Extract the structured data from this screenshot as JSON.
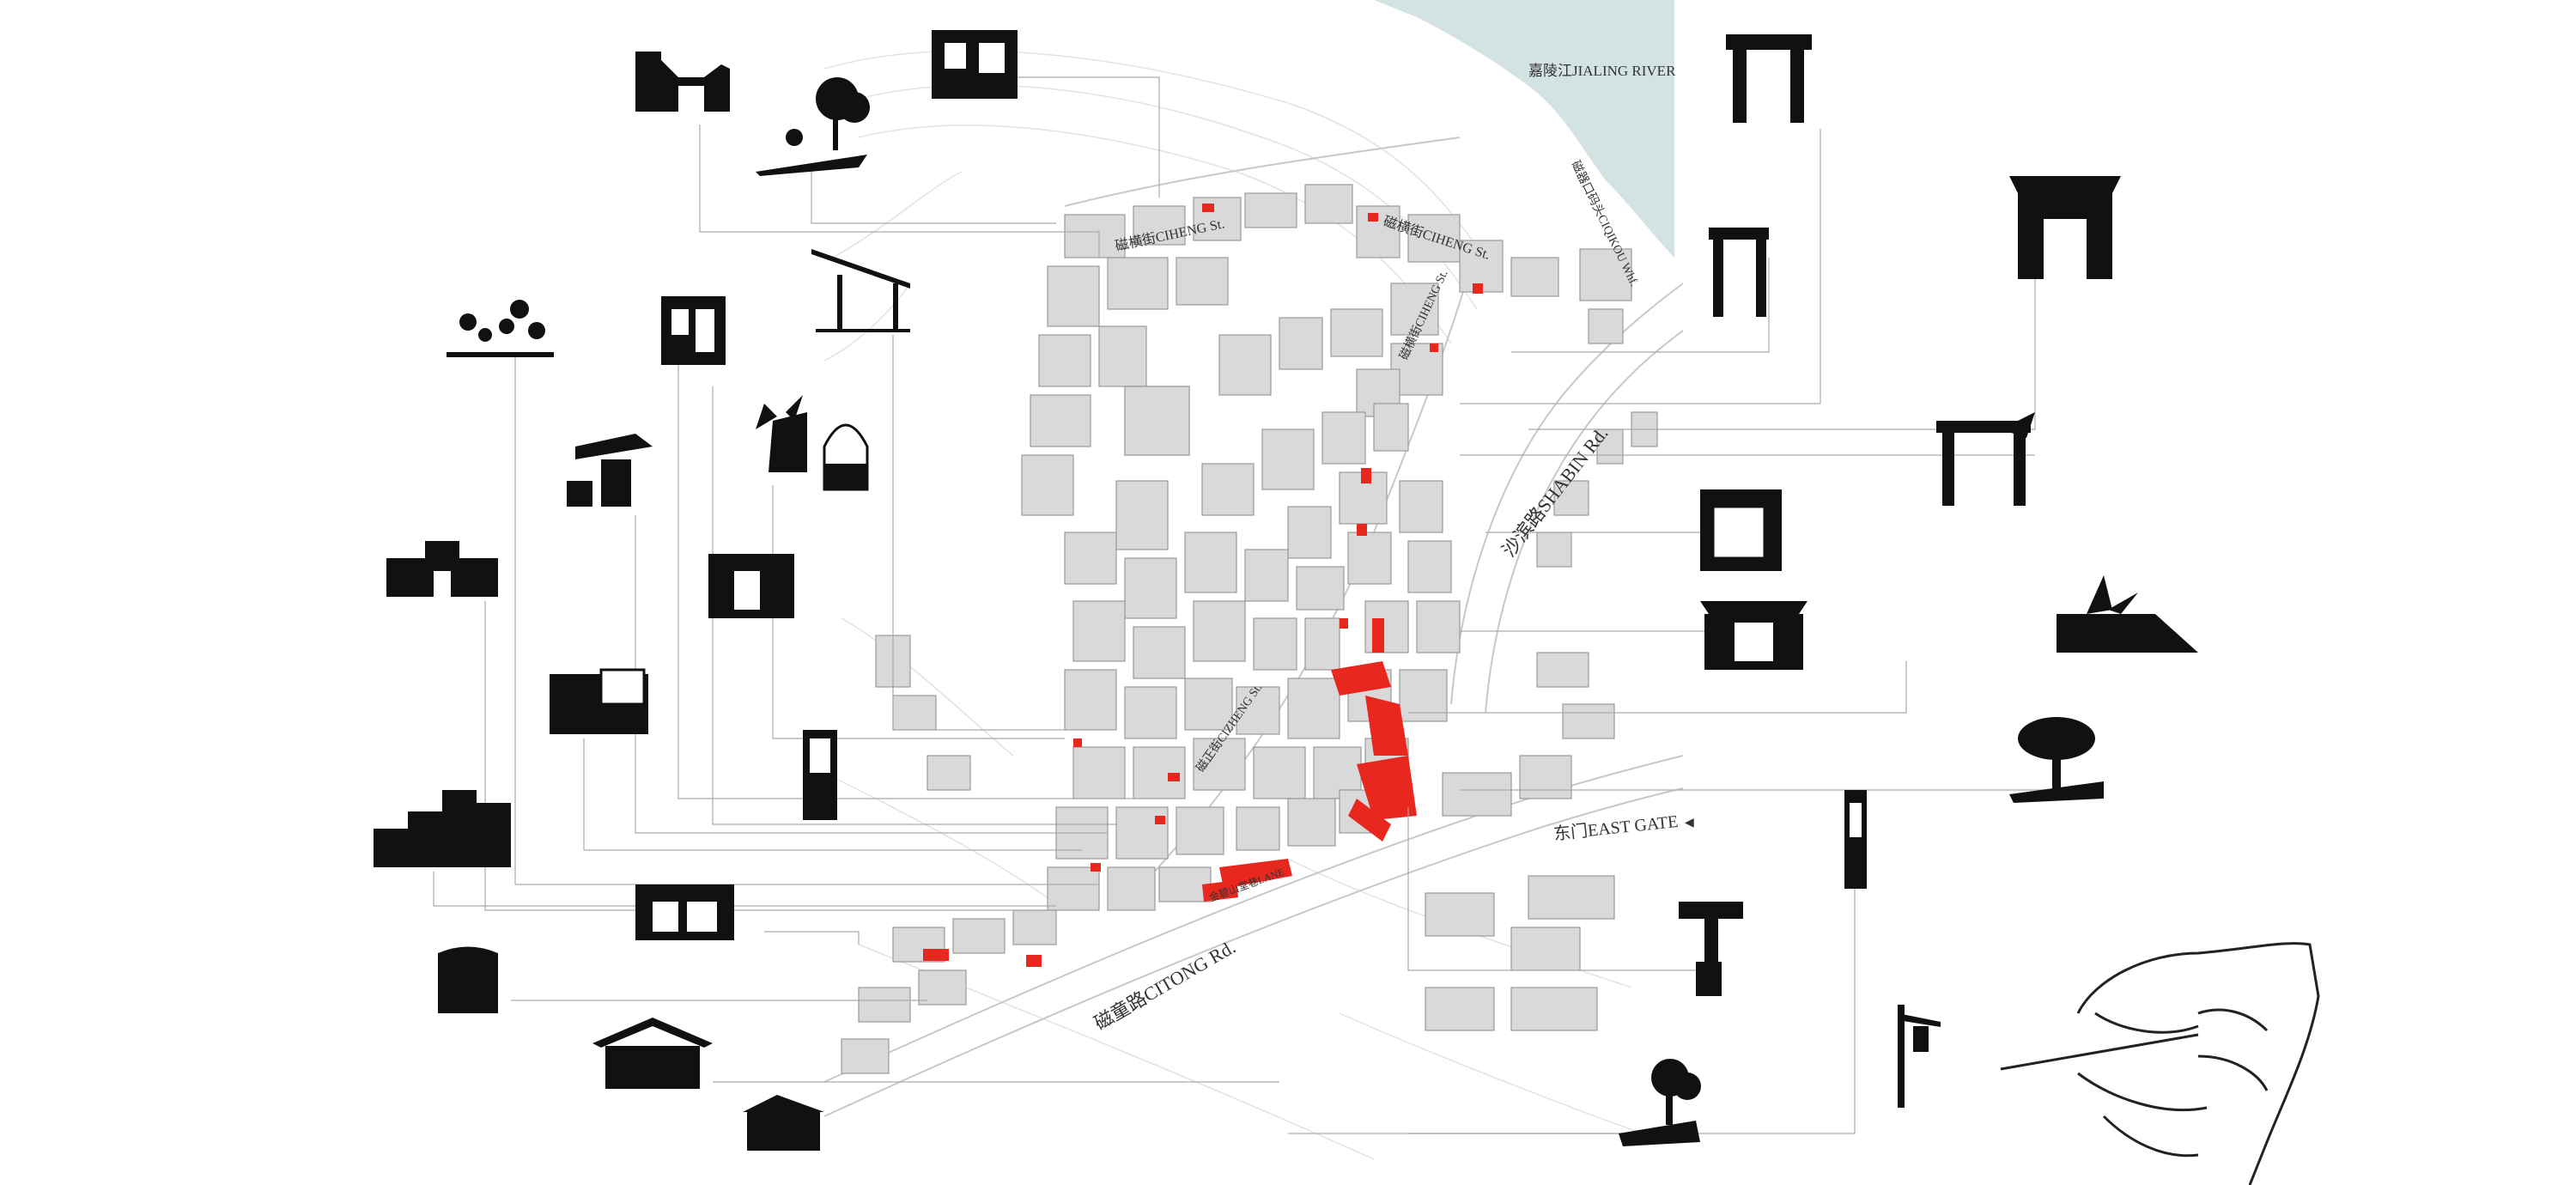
{
  "map": {
    "colors": {
      "river": "#d3e3e3",
      "building_fill": "#d9d9d9",
      "building_stroke": "#9a9a9a",
      "highlight": "#e8271f",
      "leader_line": "#aaaaaa",
      "road_line": "#c8c8c8",
      "icon_ink": "#111111"
    },
    "labels": {
      "river": "嘉陵江JIALING RIVER",
      "wharf": "磁器口码头CIQIKOU Whf.",
      "ciheng_west": "磁横街CIHENG St.",
      "ciheng_east": "磁横街CIHENG St.",
      "ciheng_mid": "磁横街CIHENG St.",
      "ciheng_south": "磁正街CIZHENG St.",
      "shabin": "沙滨路SHABIN Rd.",
      "east_gate": "东门EAST GATE",
      "east_gate_arrow": "◀",
      "citong": "磁童路CITONG Rd.",
      "lane": "金碧山堂巷LANE"
    },
    "icons": [
      "gate-wall-icon",
      "courtyard-entrance-icon",
      "tree-garden-icon",
      "flowering-shrub-icon",
      "shop-front-icon",
      "canopy-frame-icon",
      "potted-plant-icon",
      "arch-trellis-icon",
      "pavilion-roof-icon",
      "gatehouse-icon",
      "doorway-icon",
      "shop-stall-icon",
      "signboard-icon",
      "stepped-walls-icon",
      "storefront-icon",
      "bookshelf-icon",
      "tiled-roof-house-icon",
      "small-house-icon",
      "archway-gate-icon",
      "column-gate-icon",
      "memorial-arch-icon",
      "palm-gate-icon",
      "shutter-shop-icon",
      "courtyard-gate-icon",
      "plant-steps-icon",
      "bonsai-tree-icon",
      "vertical-sign-icon",
      "sign-post-icon",
      "lamp-bracket-icon",
      "tree-rock-icon",
      "hand-drawing-icon"
    ]
  }
}
